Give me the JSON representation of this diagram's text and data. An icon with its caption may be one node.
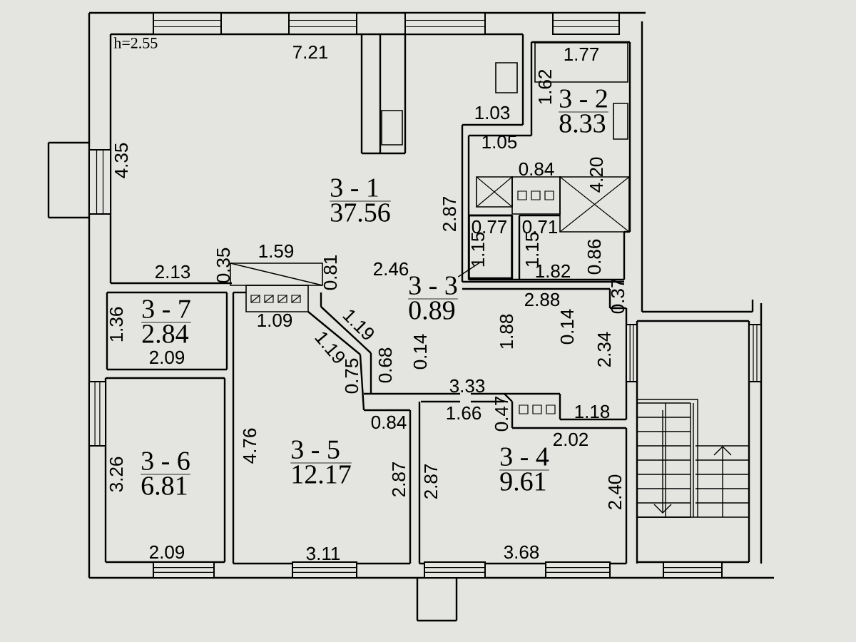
{
  "diagram": {
    "nodes": [
      {
        "text": [
          "3 - 1",
          "37.56"
        ]
      },
      {
        "text": [
          "3 - 2",
          "8.33"
        ]
      },
      {
        "text": [
          "3 - 3",
          "0.89"
        ]
      },
      {
        "text": [],
        "shape": "box"
      },
      {
        "text": [
          "3 - 7",
          "2.84"
        ]
      },
      {
        "text": [
          "3 - 6",
          "6.81"
        ]
      },
      {
        "text": [
          "3 - 5",
          "12.17"
        ]
      },
      {
        "text": [
          "3 - 4",
          "9.61"
        ]
      }
    ],
    "edges": [
      {
        "from": 2,
        "to": 3,
        "arrow": "none"
      }
    ],
    "labels": [
      "h=2.55",
      "7.21",
      "1.77",
      "1.62",
      "1.03",
      "1.05",
      "4.35",
      "0.84",
      "4.20",
      "2.87",
      "0.77",
      "0.71",
      "1.15",
      "1.15",
      "0.86",
      "1.82",
      "1.59",
      "0.35",
      "2.13",
      "0.81",
      "2.46",
      "2.88",
      "0.37",
      "1.09",
      "1.36",
      "1.19",
      "1.19",
      "1.88",
      "0.14",
      "2.34",
      "2.09",
      "0.75",
      "0.68",
      "0.14",
      "3.33",
      "0.84",
      "1.66",
      "0.47",
      "1.18",
      "2.02",
      "4.76",
      "3.26",
      "2.87",
      "2.87",
      "2.40",
      "2.09",
      "3.11",
      "3.68"
    ]
  }
}
